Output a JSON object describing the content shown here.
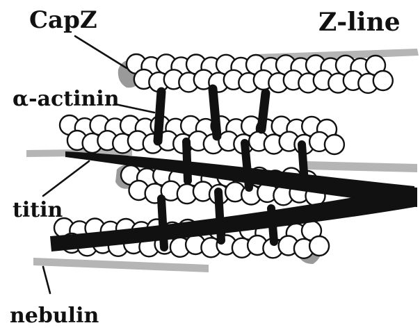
{
  "labels": {
    "capz": "CapZ",
    "z_line": "Z-line",
    "alpha_actinin": "α-actinin",
    "titin": "titin",
    "nebulin": "nebulin"
  },
  "colors": {
    "ink": "#111111",
    "bead_fill": "#ffffff",
    "capz_gray": "#9a9a9a",
    "nebulin_gray": "#b5b5b5"
  }
}
